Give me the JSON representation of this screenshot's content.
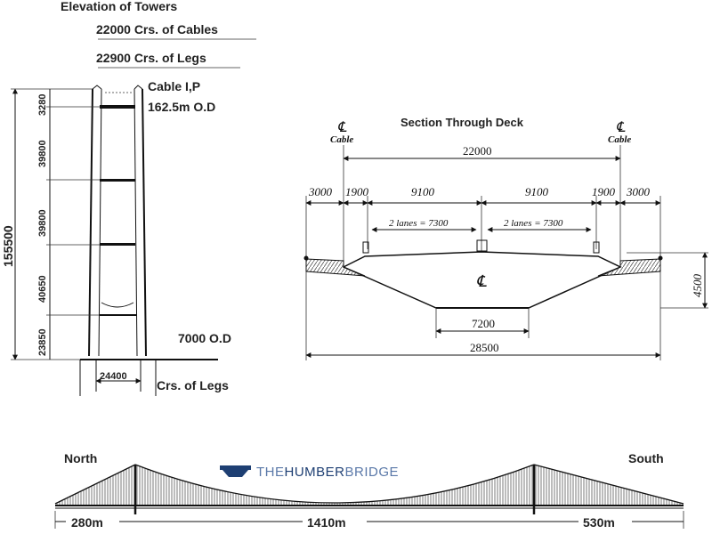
{
  "tower": {
    "title": "Elevation of Towers",
    "crs_cables": "22000 Crs. of Cables",
    "crs_legs_top": "22900 Crs. of Legs",
    "cable_ip": "Cable I,P",
    "top_od": "162.5m O.D",
    "total_height": "155500",
    "seg_1": "3280",
    "seg_2": "39800",
    "seg_3": "39800",
    "seg_4": "40650",
    "seg_5": "23850",
    "base_od": "7000 O.D",
    "base_width": "24400",
    "crs_legs_bottom": "Crs. of Legs"
  },
  "deck": {
    "title": "Section Through Deck",
    "cl_left": "Cable",
    "cl_right": "Cable",
    "cl_mark": "℄",
    "span_22000": "22000",
    "d_3000_l": "3000",
    "d_1900_l": "1900",
    "d_9100_l": "9100",
    "d_9100_r": "9100",
    "d_1900_r": "1900",
    "d_3000_r": "3000",
    "lanes_l": "2 lanes = 7300",
    "lanes_r": "2 lanes = 7300",
    "depth": "4500",
    "bottom_7200": "7200",
    "total_28500": "28500"
  },
  "bridge": {
    "north": "North",
    "south": "South",
    "brand_the": "THE",
    "brand_humber": "HUMBER",
    "brand_bridge": "BRIDGE",
    "span_left": "280m",
    "span_main": "1410m",
    "span_right": "530m",
    "colors": {
      "brand": "#1e3f73",
      "brand_light": "#5a78a8"
    }
  }
}
